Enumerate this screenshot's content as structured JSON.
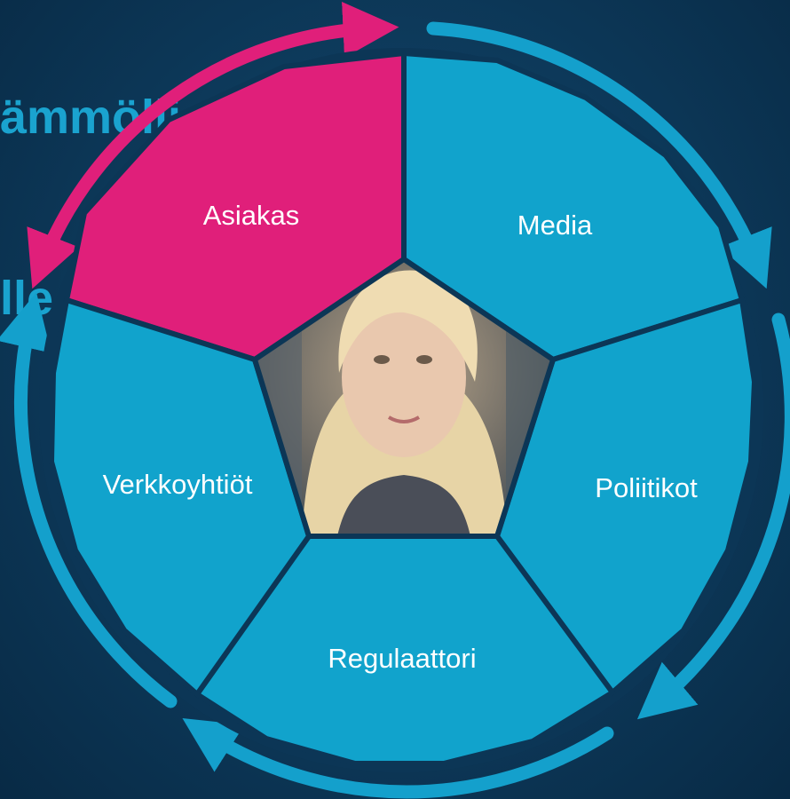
{
  "title": {
    "line1": "ämmöllissa",
    "line2": "lle"
  },
  "segments": {
    "asiakas": "Asiakas",
    "media": "Media",
    "poliitikot": "Poliitikot",
    "regulaattori": "Regulaattori",
    "verkkoyhtiot": "Verkkoyhtiöt"
  },
  "center_image": "woman-portrait",
  "colors": {
    "background": "#0e3c5e",
    "segment": "#11a3cc",
    "highlight": "#e01f7a",
    "arrow": "#14a0cc",
    "title": "#1aa3cf"
  }
}
